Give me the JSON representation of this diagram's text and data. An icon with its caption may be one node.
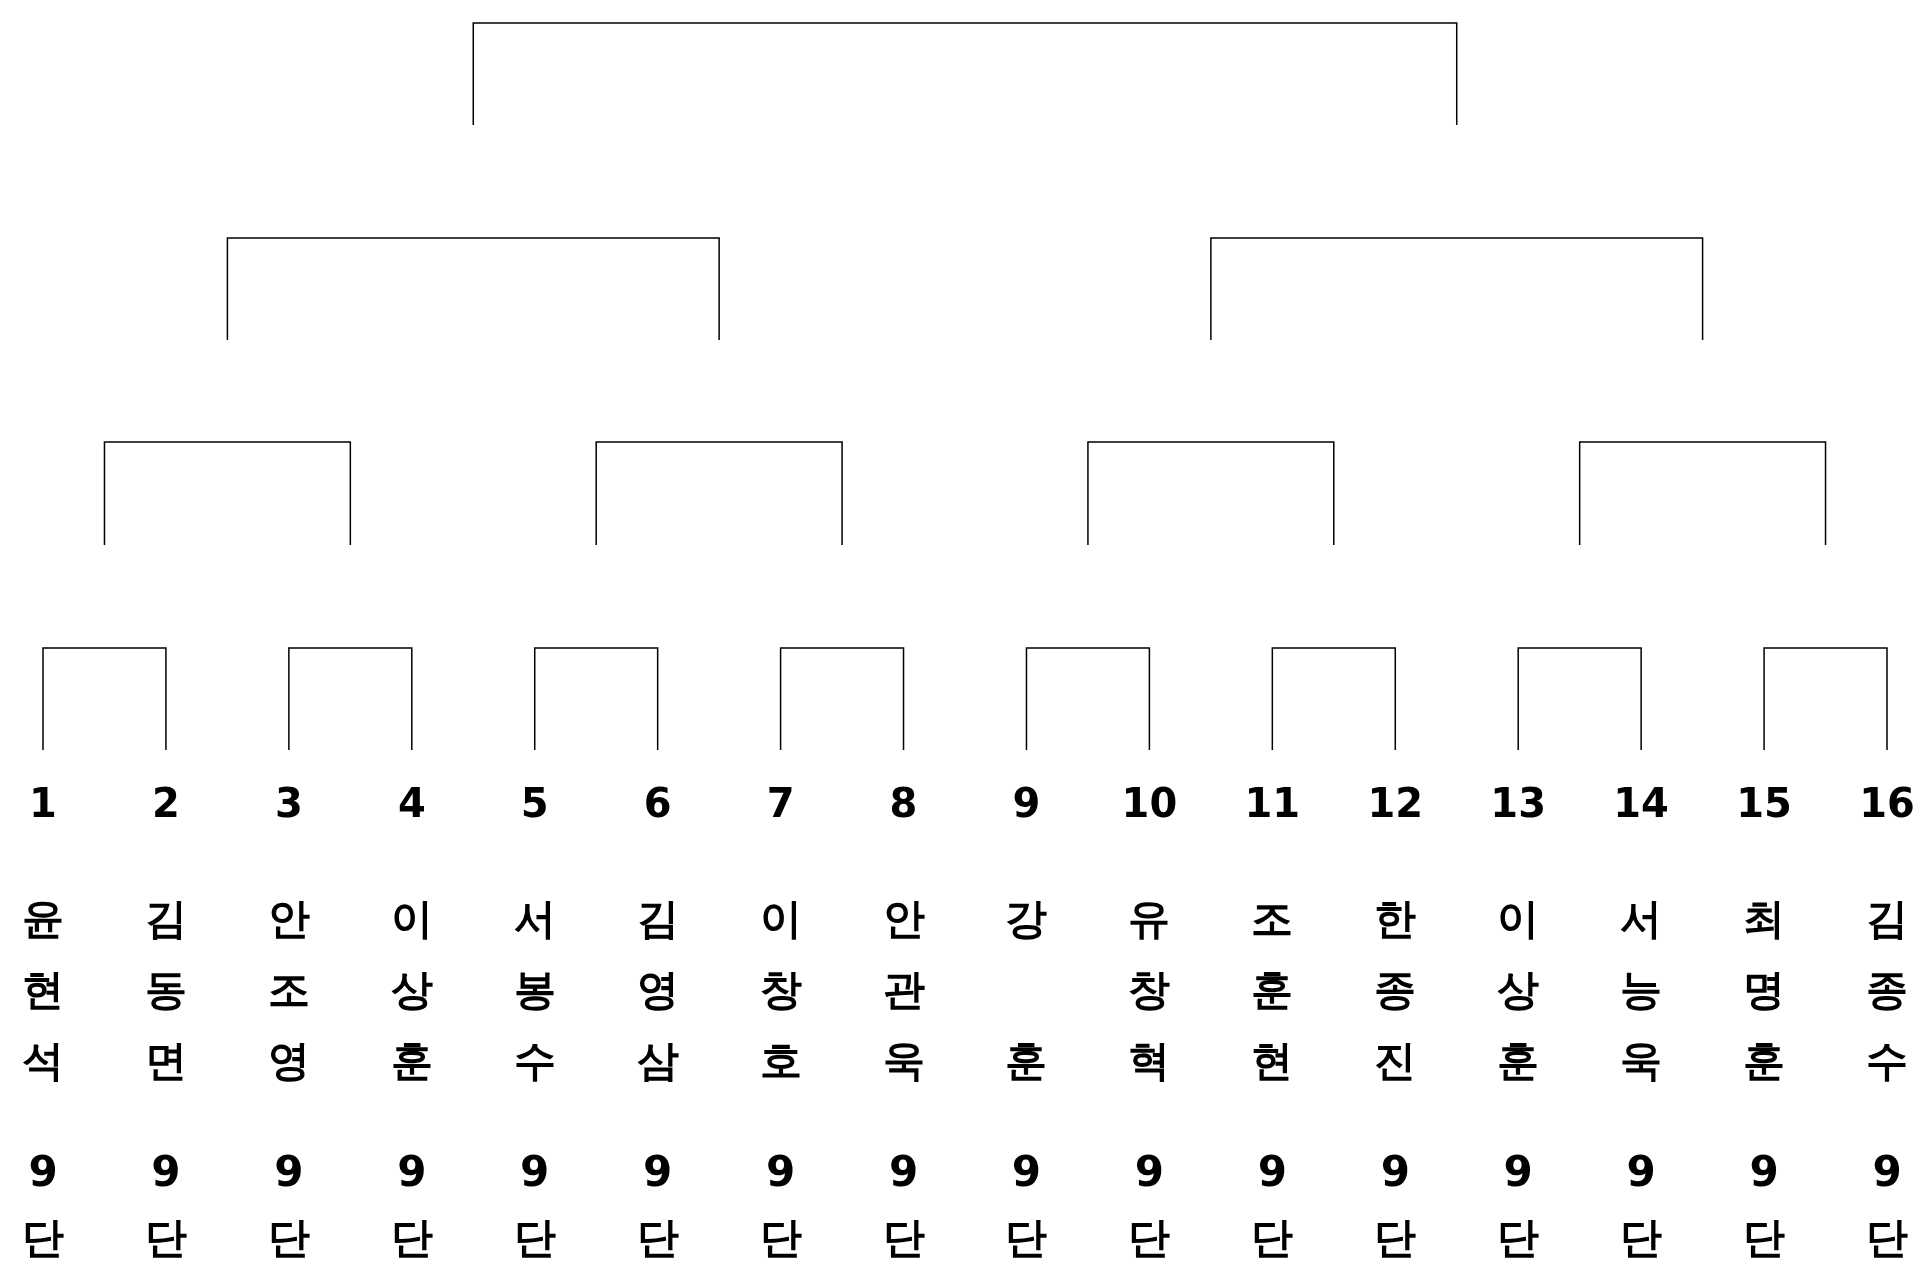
{
  "diagram": {
    "labels": [
      "1",
      "2",
      "3",
      "4",
      "5",
      "6",
      "7",
      "8",
      "9",
      "10",
      "11",
      "12",
      "13",
      "14",
      "15",
      "16",
      "윤현석",
      "김동면",
      "안조영",
      "이상훈",
      "서봉수",
      "김영삼",
      "이창호",
      "안관욱",
      "강훈",
      "유창혁",
      "조훈현",
      "한종진",
      "이상훈",
      "서능욱",
      "최명훈",
      "김종수",
      "9단",
      "9단",
      "9단",
      "9단",
      "9단",
      "9단",
      "9단",
      "9단",
      "9단",
      "9단",
      "9단",
      "9단",
      "9단",
      "9단",
      "9단",
      "9단"
    ]
  }
}
